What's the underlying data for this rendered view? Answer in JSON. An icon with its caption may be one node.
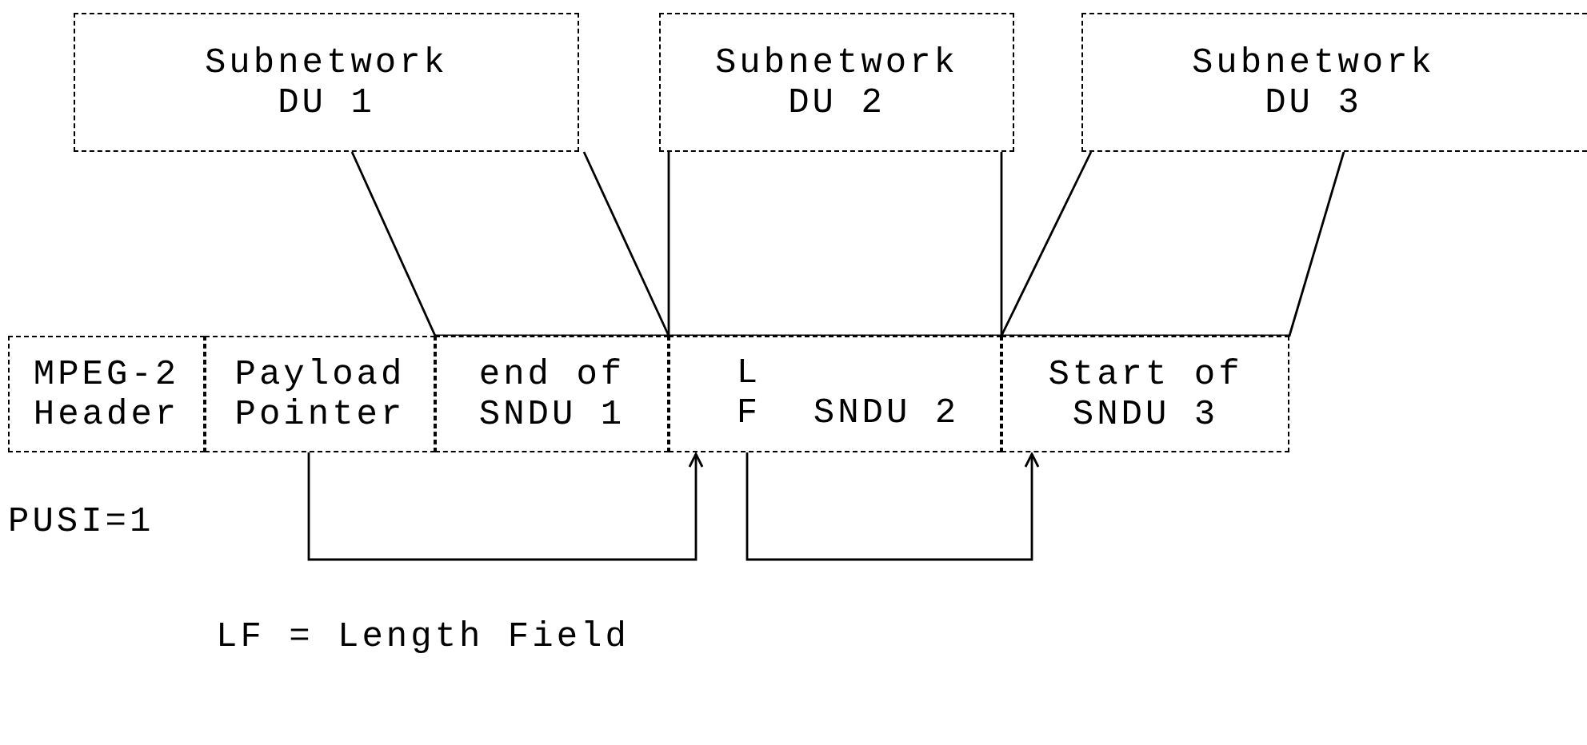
{
  "diagram": {
    "nodes": [
      {
        "text": [
          "Subnetwork DU 1"
        ]
      },
      {
        "text": [
          "Subnetwork DU 2"
        ]
      },
      {
        "text": [
          "Subnetwork DU 3"
        ]
      },
      {
        "text": [
          "MPEG-2 Header"
        ]
      },
      {
        "text": [
          "Payload Pointer"
        ]
      },
      {
        "text": [
          "end of SNDU 1"
        ]
      },
      {
        "text": [
          "L F",
          "SNDU 2"
        ]
      },
      {
        "text": [
          "Start of SNDU 3"
        ]
      }
    ],
    "edges": [
      {
        "from": 0,
        "to": 5,
        "arrow": "none"
      },
      {
        "from": 1,
        "to": 6,
        "arrow": "none"
      },
      {
        "from": 2,
        "to": 7,
        "arrow": "none"
      },
      {
        "from": 4,
        "to": 6,
        "arrow": "to"
      },
      {
        "from": 6,
        "to": 7,
        "arrow": "to"
      }
    ],
    "labels": [
      "PUSI=1",
      "LF = Length Field"
    ]
  }
}
